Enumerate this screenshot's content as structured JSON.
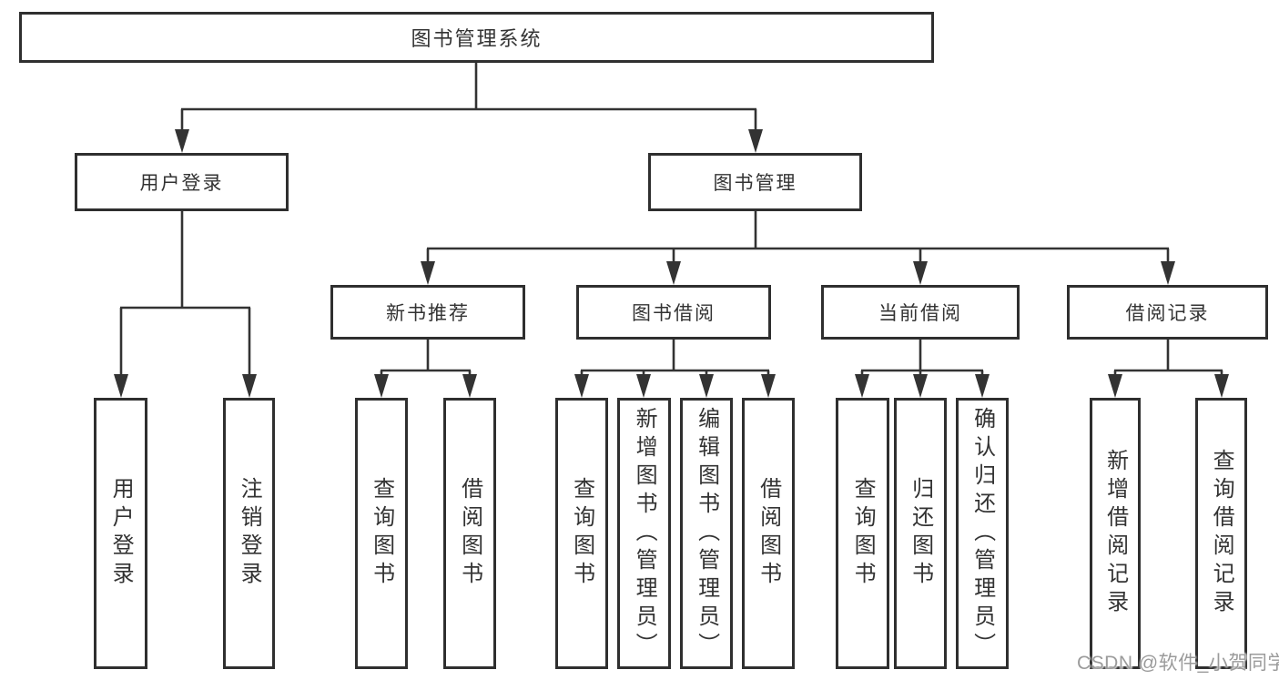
{
  "tree": {
    "root": {
      "label": "图书管理系统",
      "children": {
        "user_login": {
          "label": "用户登录",
          "children": [
            "用户登录",
            "注销登录"
          ]
        },
        "book_management": {
          "label": "图书管理",
          "children": {
            "new_book_recommend": {
              "label": "新书推荐",
              "children": [
                "查询图书",
                "借阅图书"
              ]
            },
            "book_borrow": {
              "label": "图书借阅",
              "children": [
                "查询图书",
                "新增图书（管理员）",
                "编辑图书（管理员）",
                "借阅图书"
              ]
            },
            "current_borrow": {
              "label": "当前借阅",
              "children": [
                "查询图书",
                "归还图书",
                "确认归还（管理员）"
              ]
            },
            "borrow_records": {
              "label": "借阅记录",
              "children": [
                "新增借阅记录",
                "查询借阅记录"
              ]
            }
          }
        }
      }
    }
  },
  "watermark": "CSDN @软件_小贺同学",
  "colors": {
    "line": "#333333",
    "border": "#2f2f2f",
    "fill": "#ffffff",
    "text": "#333333",
    "watermark": "#9b9b9b"
  }
}
